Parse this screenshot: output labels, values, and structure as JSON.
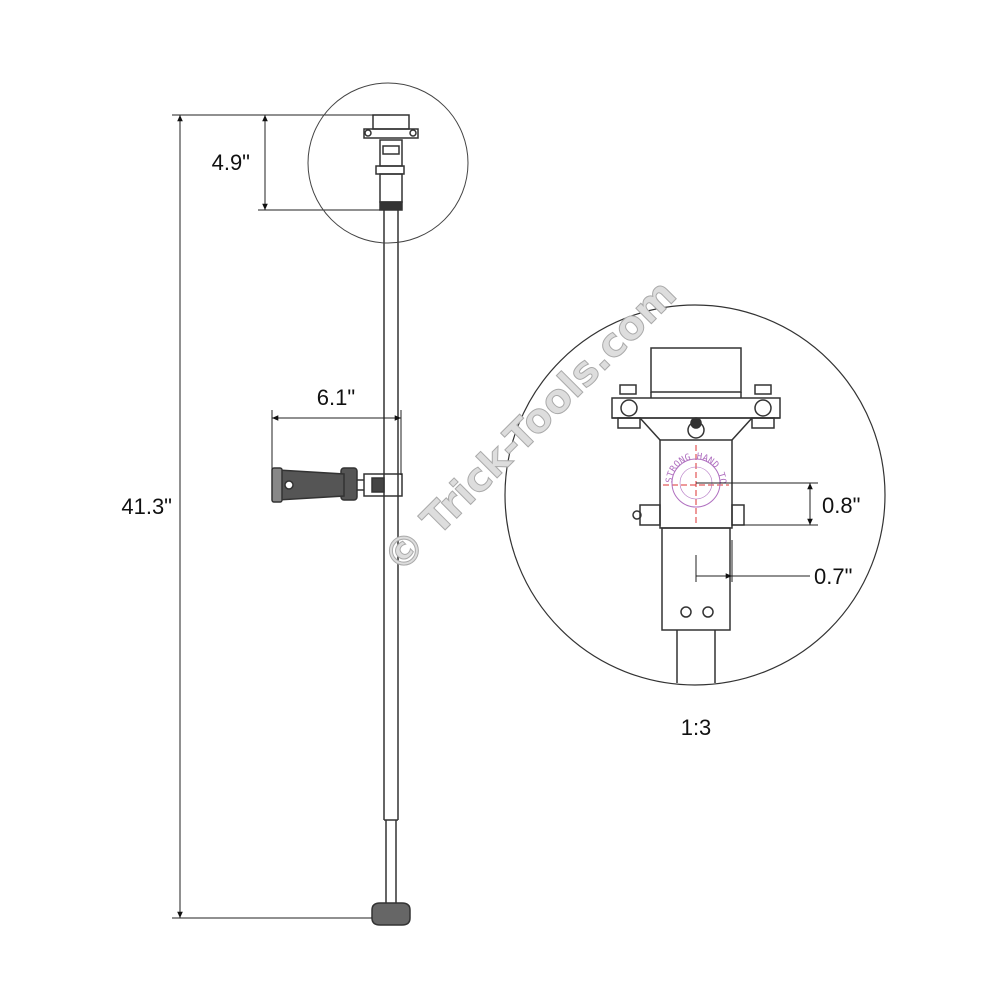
{
  "dimensions": {
    "overall_height": "41.3\"",
    "top_assembly": "4.9\"",
    "handle_offset": "6.1\"",
    "detail_vertical": "0.8\"",
    "detail_horizontal": "0.7\""
  },
  "detail_scale": "1:3",
  "watermark": "© Trick-Tools.com",
  "stamp_text": "STRONG HAND TOOLS",
  "colors": {
    "line": "#333333",
    "watermark": "#c8c8c8",
    "stamp": "#b070c0"
  }
}
